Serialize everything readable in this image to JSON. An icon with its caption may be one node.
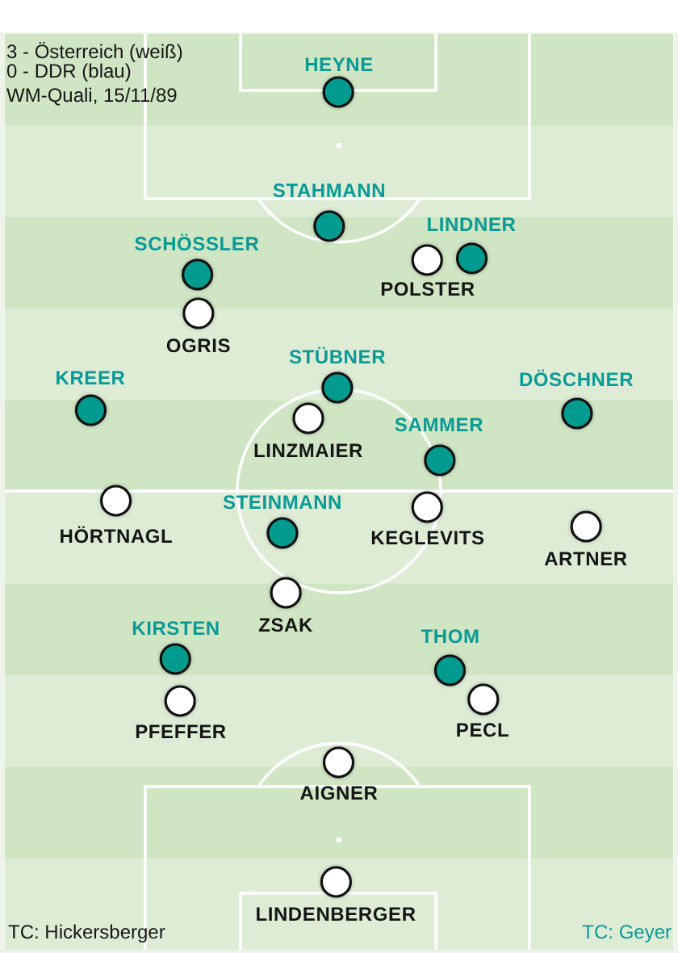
{
  "diagram": {
    "nodes": [
      {
        "text": [
          "HEYNE"
        ]
      },
      {
        "text": [
          "STAHMANN"
        ]
      },
      {
        "text": [
          "LINDNER"
        ]
      },
      {
        "text": [
          "SCHÖSSLER"
        ]
      },
      {
        "text": [
          "POLSTER"
        ]
      },
      {
        "text": [
          "OGRIS"
        ]
      },
      {
        "text": [
          "STÜBNER"
        ]
      },
      {
        "text": [
          "KREER"
        ]
      },
      {
        "text": [
          "DÖSCHNER"
        ]
      },
      {
        "text": [
          "LINZMAIER"
        ]
      },
      {
        "text": [
          "SAMMER"
        ]
      },
      {
        "text": [
          "STEINMANN"
        ]
      },
      {
        "text": [
          "HÖRTNAGL"
        ]
      },
      {
        "text": [
          "KEGLEVITS"
        ]
      },
      {
        "text": [
          "ARTNER"
        ]
      },
      {
        "text": [
          "ZSAK"
        ]
      },
      {
        "text": [
          "KIRSTEN"
        ]
      },
      {
        "text": [
          "THOM"
        ]
      },
      {
        "text": [
          "PFEFFER"
        ]
      },
      {
        "text": [
          "PECL"
        ]
      },
      {
        "text": [
          "AIGNER"
        ]
      },
      {
        "text": [
          "LINDENBERGER"
        ]
      }
    ],
    "labels": [
      "3 - Österreich (weiß)",
      "0 - DDR (blau)",
      "WM-Quali, 15/11/89",
      "TC: Hickersberger",
      "TC: Geyer"
    ]
  }
}
